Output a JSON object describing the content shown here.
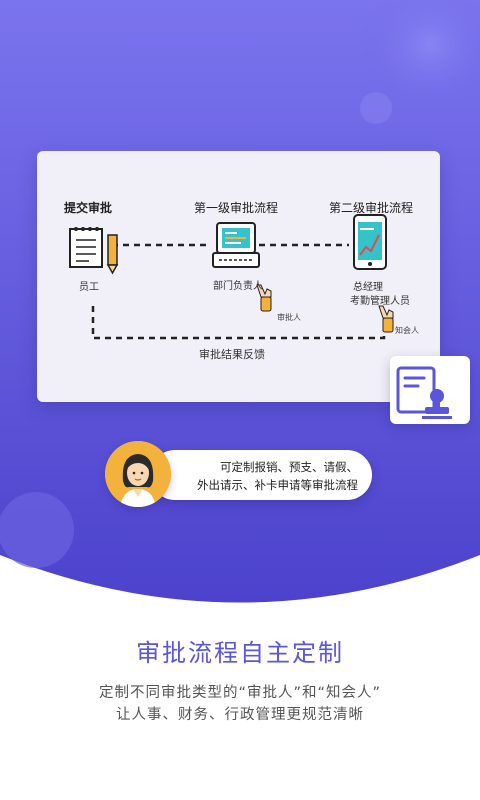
{
  "flow_card": {
    "submit_title": "提交审批",
    "employee_label": "员工",
    "level1_title": "第一级审批流程",
    "dept_head_label": "部门负责人",
    "approver_label": "审批人",
    "level2_title": "第二级审批流程",
    "gm_label": "总经理",
    "attendance_label": "考勤管理人员",
    "cc_label": "知会人",
    "feedback_label": "审批结果反馈"
  },
  "speech_bubble": {
    "line1": "可定制报销、预支、请假、",
    "line2": "外出请示、补卡申请等审批流程"
  },
  "headline": "审批流程自主定制",
  "description": {
    "line1": "定制不同审批类型的“审批人”和“知会人”",
    "line2": "让人事、财务、行政管理更规范清晰"
  },
  "colors": {
    "gradient_top": "#7a72ec",
    "gradient_bottom": "#4a40c8",
    "accent": "#5a55d9",
    "icon_teal": "#34c3c9",
    "icon_yellow": "#f2b23c"
  },
  "icons": [
    "notepad-icon",
    "pencil-icon",
    "cash-register-icon",
    "chart-tablet-icon",
    "hand-pointer-icon",
    "approval-stamp-icon"
  ]
}
